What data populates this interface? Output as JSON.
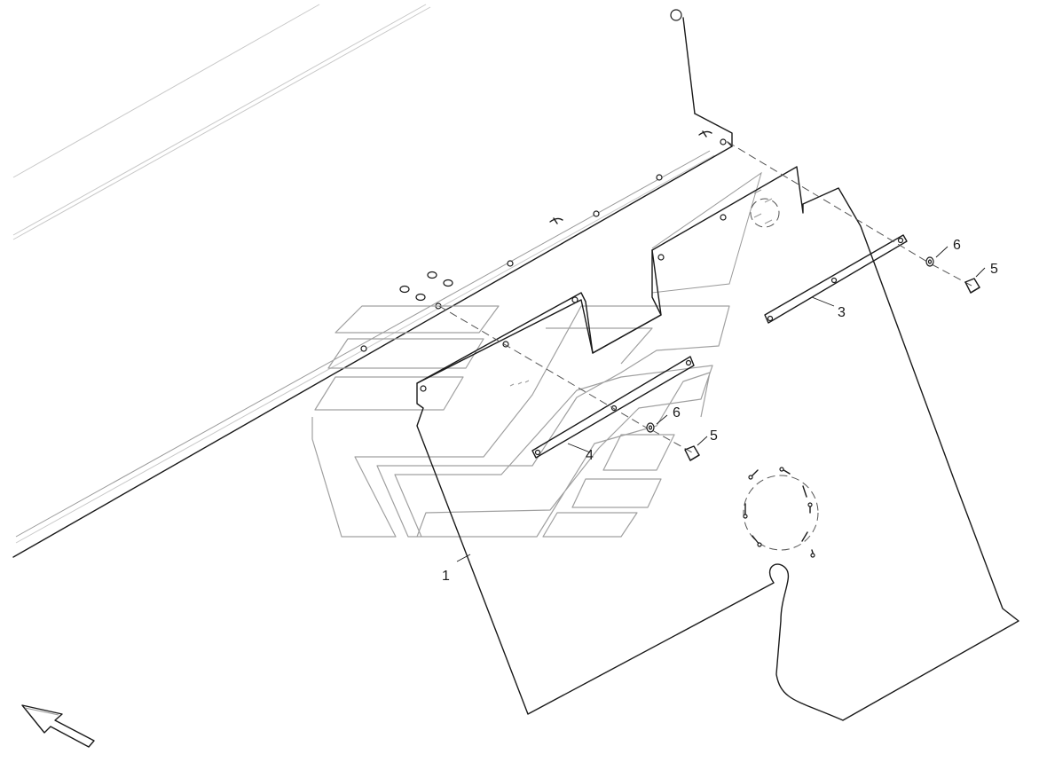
{
  "callouts": [
    {
      "label": "1"
    },
    {
      "label": "3"
    },
    {
      "label": "4"
    },
    {
      "label": "5"
    },
    {
      "label": "5"
    },
    {
      "label": "6"
    },
    {
      "label": "6"
    }
  ]
}
